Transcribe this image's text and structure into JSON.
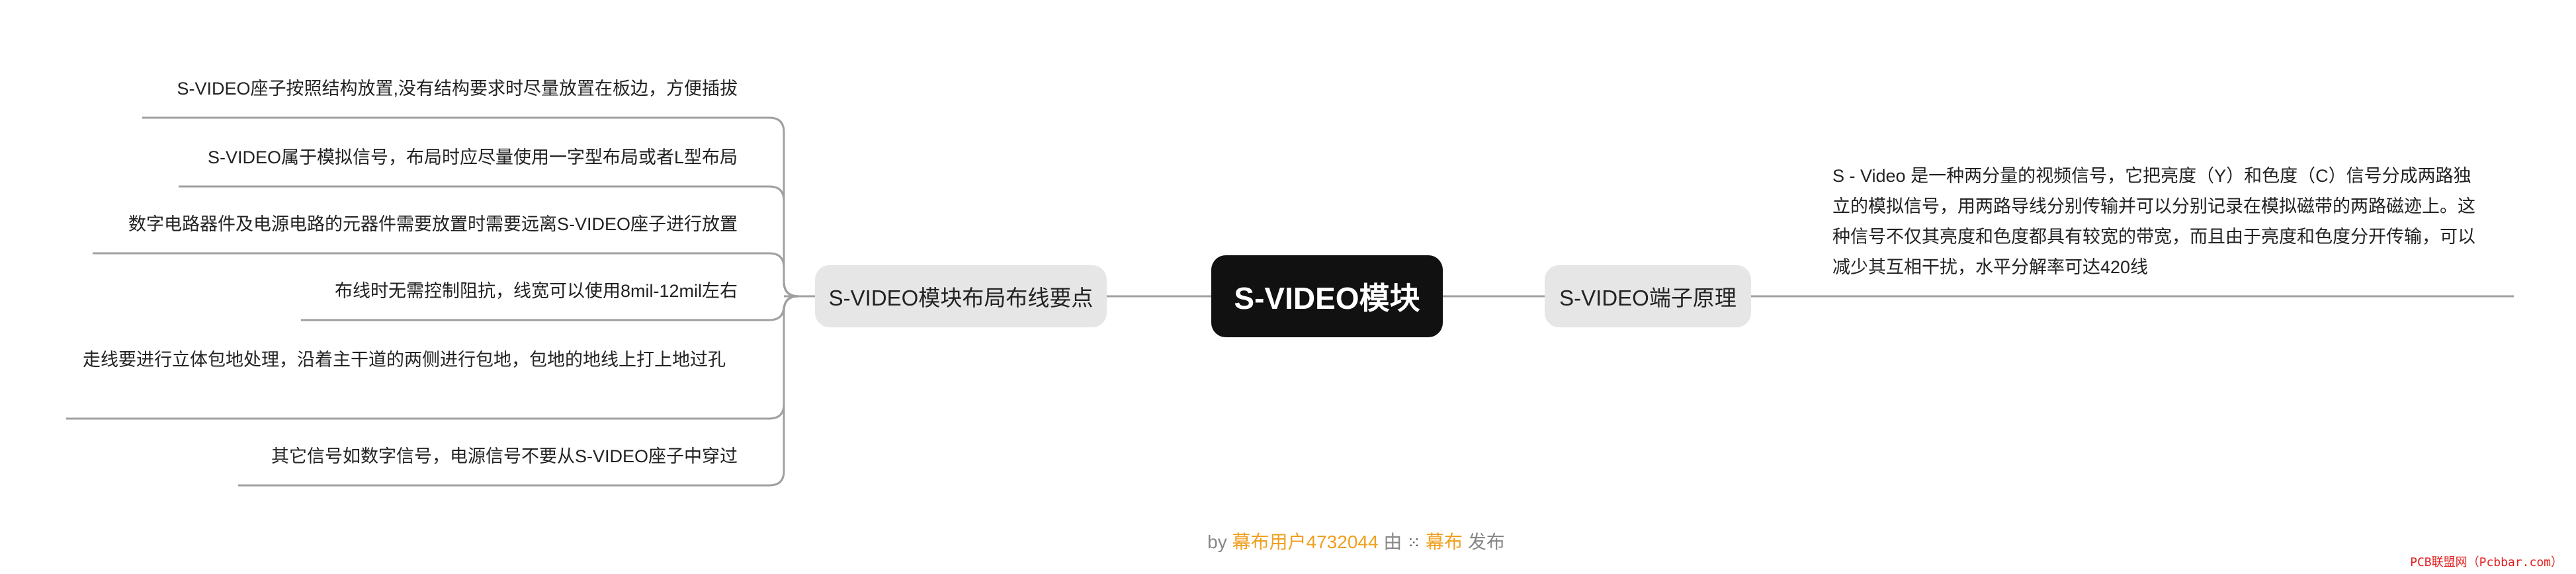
{
  "root": {
    "label": "S-VIDEO模块"
  },
  "left_branch": {
    "label": "S-VIDEO模块布局布线要点",
    "items": [
      "S-VIDEO座子按照结构放置,没有结构要求时尽量放置在板边，方便插拔",
      "S-VIDEO属于模拟信号，布局时应尽量使用一字型布局或者L型布局",
      "数字电路器件及电源电路的元器件需要放置时需要远离S-VIDEO座子进行放置",
      "布线时无需控制阻抗，线宽可以使用8mil-12mil左右",
      "走线要进行立体包地处理，沿着主干道的两侧进行包地，包地的地线上打上地过孔",
      "其它信号如数字信号，电源信号不要从S-VIDEO座子中穿过"
    ]
  },
  "right_branch": {
    "label": "S-VIDEO端子原理",
    "description": "S - Video 是一种两分量的视频信号，它把亮度（Y）和色度（C）信号分成两路独立的模拟信号，用两路导线分别传输并可以分别记录在模拟磁带的两路磁迹上。这种信号不仅其亮度和色度都具有较宽的带宽，而且由于亮度和色度分开传输，可以减少其互相干扰，水平分解率可达420线"
  },
  "footer": {
    "by": "by",
    "user": "幕布用户4732044",
    "middle": "由",
    "brand": "幕布",
    "suffix": "发布",
    "logo_icon": "mubu-logo-icon"
  },
  "watermark": "PCB联盟网（Pcbbar.com）",
  "colors": {
    "root_bg": "#111111",
    "branch_bg": "#e6e6e6",
    "line": "#999999",
    "footer_highlight": "#f0a020",
    "watermark": "#e02020"
  }
}
